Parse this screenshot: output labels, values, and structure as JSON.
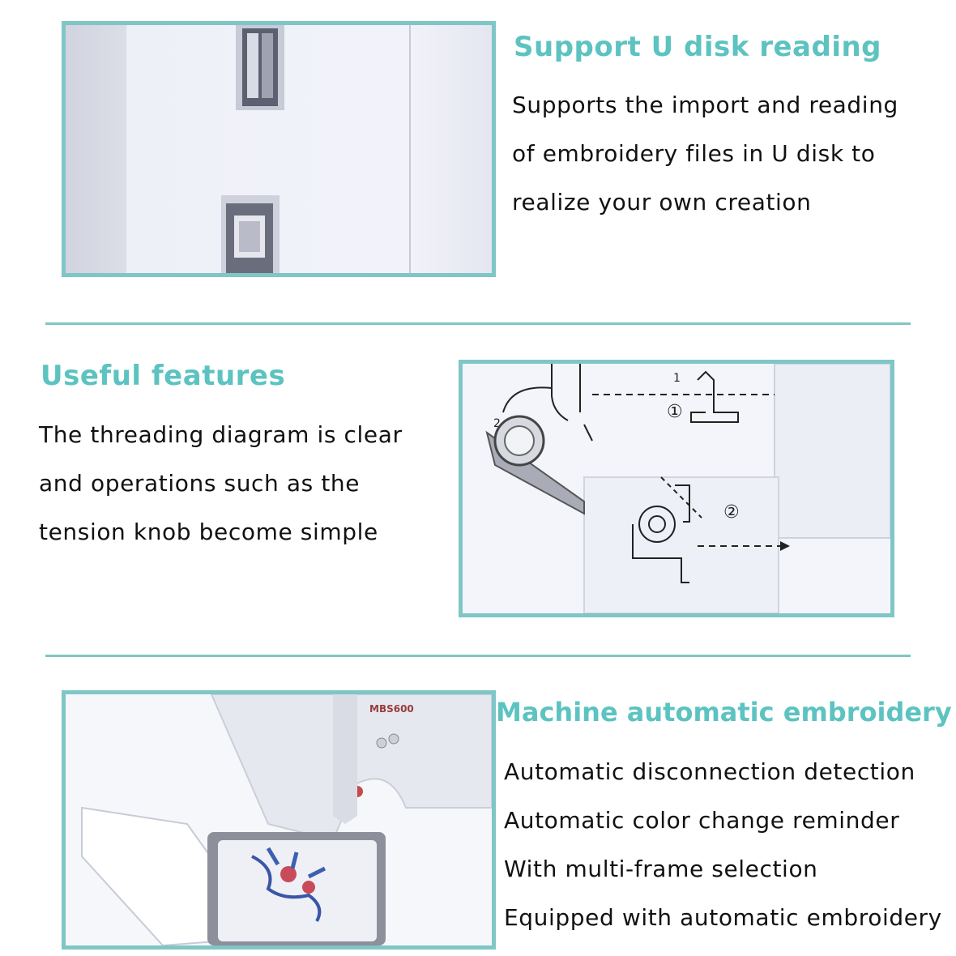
{
  "sections": [
    {
      "heading": "Support U disk reading",
      "lines": [
        "Supports the import and reading",
        "of embroidery files in U disk to",
        "realize your own creation"
      ]
    },
    {
      "heading": "Useful features",
      "lines": [
        "The threading diagram is clear",
        "and operations such as the",
        "tension knob become simple"
      ]
    },
    {
      "heading": "Machine automatic embroidery",
      "lines": [
        "Automatic disconnection detection",
        "Automatic color change reminder",
        "With multi-frame selection",
        "Equipped with automatic embroidery"
      ]
    }
  ],
  "diagram_labels": {
    "step1_number": "1",
    "step1_circled": "①",
    "step2_number": "2",
    "step2_circled": "②"
  },
  "machine_labels": {
    "model": "MBS600"
  },
  "colors": {
    "accent": "#5cc3c1",
    "frame_border": "#7fc6c6"
  },
  "icons": [
    "usb-port-a-icon",
    "usb-port-b-icon"
  ]
}
